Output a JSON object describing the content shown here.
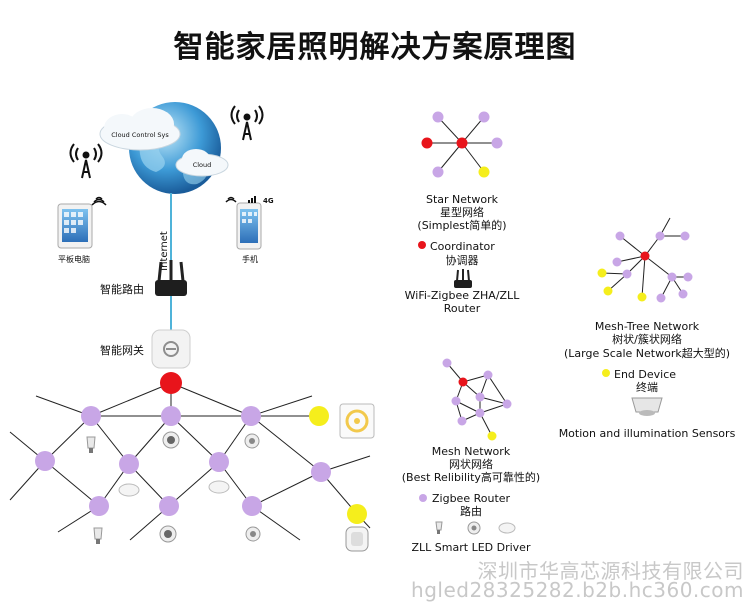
{
  "title": "智能家居照明解决方案原理图",
  "cloud": {
    "main_label": "Cloud Control Sys",
    "small_label": "Cloud"
  },
  "internet_label": "Internet",
  "devices": {
    "tablet_label": "平板电脑",
    "phone_label": "手机",
    "phone_badge": "4G"
  },
  "router_label": "智能路由",
  "gateway_label": "智能网关",
  "star": {
    "line1": "Star  Network",
    "line2": "星型网络",
    "line3": "(Simplest简单的)"
  },
  "coordinator": {
    "line1": "Coordinator",
    "line2": "协调器"
  },
  "wifi_router": {
    "line1": "WiFi-Zigbee ZHA/ZLL",
    "line2": "Router"
  },
  "mesh_tree": {
    "line1": "Mesh-Tree  Network",
    "line2": "树状/簇状网络",
    "line3": "(Large  Scale Network超大型的)"
  },
  "end_device": {
    "line1": "End Device",
    "line2": "终端"
  },
  "sensors_label": "Motion  and illumination Sensors",
  "mesh": {
    "line1": "Mesh  Network",
    "line2": "网状网络",
    "line3": "(Best Relibility高可靠性的)"
  },
  "zigbee_router": {
    "line1": "Zigbee Router",
    "line2": "路由"
  },
  "zll_label": "ZLL Smart LED Driver",
  "watermark": {
    "line1": "深圳市华高芯源科技有限公司",
    "line2": "hgled28325282.b2b.hc360.com"
  },
  "colors": {
    "coordinator": "#e8141b",
    "router": "#c8a6e6",
    "end_device": "#f5ee1c",
    "line": "#222222",
    "internet_line": "#4fb3d9"
  }
}
